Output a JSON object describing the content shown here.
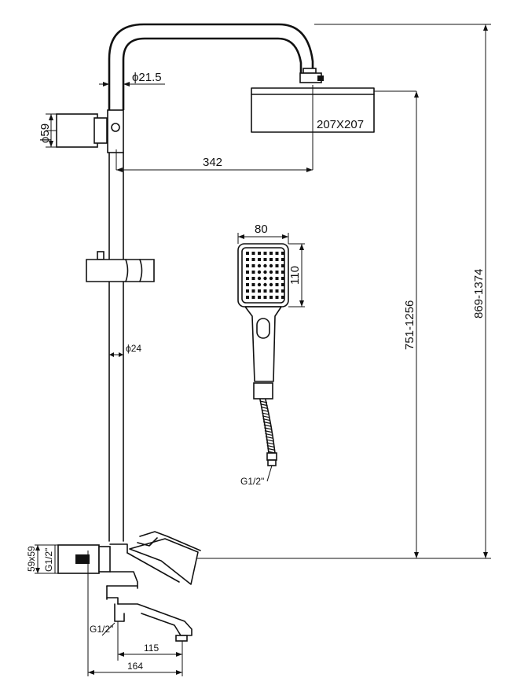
{
  "dimensions": {
    "pipe_diameter": "ϕ21.5",
    "head_size": "207X207",
    "holder_diameter": "ϕ59",
    "arm_reach": "342",
    "hand_width": "80",
    "hand_height": "110",
    "rail_diameter": "ϕ24",
    "hand_connection": "G1/2\"",
    "height_head": "751-1256",
    "height_total": "869-1374",
    "flange_size": "59x59",
    "flange_thread": "G1/2\"",
    "bottom_thread": "G1/2\"",
    "spout_length": "115",
    "mixer_width": "164"
  }
}
